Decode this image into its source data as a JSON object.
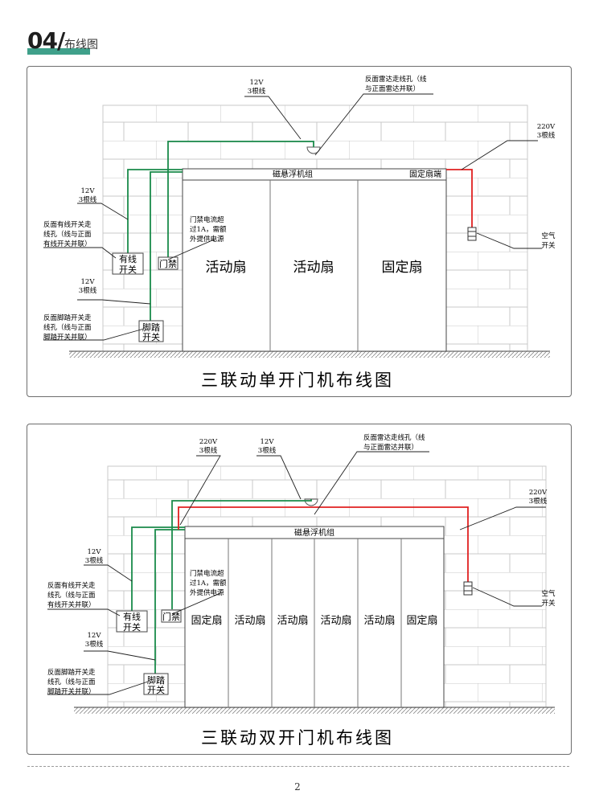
{
  "header": {
    "number": "04/",
    "title": "布线图"
  },
  "page_number": "2",
  "colors": {
    "accent": "#3fa08a",
    "green_wire": "#1a8a4a",
    "red_wire": "#e02020",
    "wall": "#c9c9c9"
  },
  "diagram1": {
    "caption": "三联动单开门机布线图",
    "labels": {
      "v12_top_a": "12V",
      "v12_top_b": "3根线",
      "radar_a": "反面雷达走线孔（线",
      "radar_b": "与正面雷达并联）",
      "v220_a": "220V",
      "v220_b": "3根线",
      "motor": "磁悬浮机组",
      "fixed_end": "固定扇端",
      "v12_left_a": "12V",
      "v12_left_b": "3根线",
      "wired_a": "反面有线开关走",
      "wired_b": "线孔（线与正面",
      "wired_c": "有线开关并联）",
      "access_note_a": "门禁电流超",
      "access_note_b": "过1A，需额",
      "access_note_c": "外提供电源",
      "breaker_a": "空气",
      "breaker_b": "开关",
      "v12_mid_a": "12V",
      "v12_mid_b": "3根线",
      "foot_a": "反面脚踏开关走",
      "foot_b": "线孔（线与正面",
      "foot_c": "脚踏开关并联）",
      "box_wired_a": "有线",
      "box_wired_b": "开关",
      "box_access": "门禁",
      "box_foot_a": "脚踏",
      "box_foot_b": "开关"
    },
    "panels": [
      "活动扇",
      "活动扇",
      "固定扇"
    ]
  },
  "diagram2": {
    "caption": "三联动双开门机布线图",
    "labels": {
      "v220_top_a": "220V",
      "v220_top_b": "3根线",
      "v12_top_a": "12V",
      "v12_top_b": "3根线",
      "radar_a": "反面雷达走线孔（线",
      "radar_b": "与正面雷达并联）",
      "v220_a": "220V",
      "v220_b": "3根线",
      "motor": "磁悬浮机组",
      "v12_left_a": "12V",
      "v12_left_b": "3根线",
      "wired_a": "反面有线开关走",
      "wired_b": "线孔（线与正面",
      "wired_c": "有线开关并联）",
      "access_note_a": "门禁电流超",
      "access_note_b": "过1A，需额",
      "access_note_c": "外提供电源",
      "breaker_a": "空气",
      "breaker_b": "开关",
      "v12_mid_a": "12V",
      "v12_mid_b": "3根线",
      "foot_a": "反面脚踏开关走",
      "foot_b": "线孔（线与正面",
      "foot_c": "脚踏开关并联）",
      "box_wired_a": "有线",
      "box_wired_b": "开关",
      "box_access": "门禁",
      "box_foot_a": "脚踏",
      "box_foot_b": "开关"
    },
    "panels": [
      "固定扇",
      "活动扇",
      "活动扇",
      "活动扇",
      "活动扇",
      "固定扇"
    ]
  }
}
